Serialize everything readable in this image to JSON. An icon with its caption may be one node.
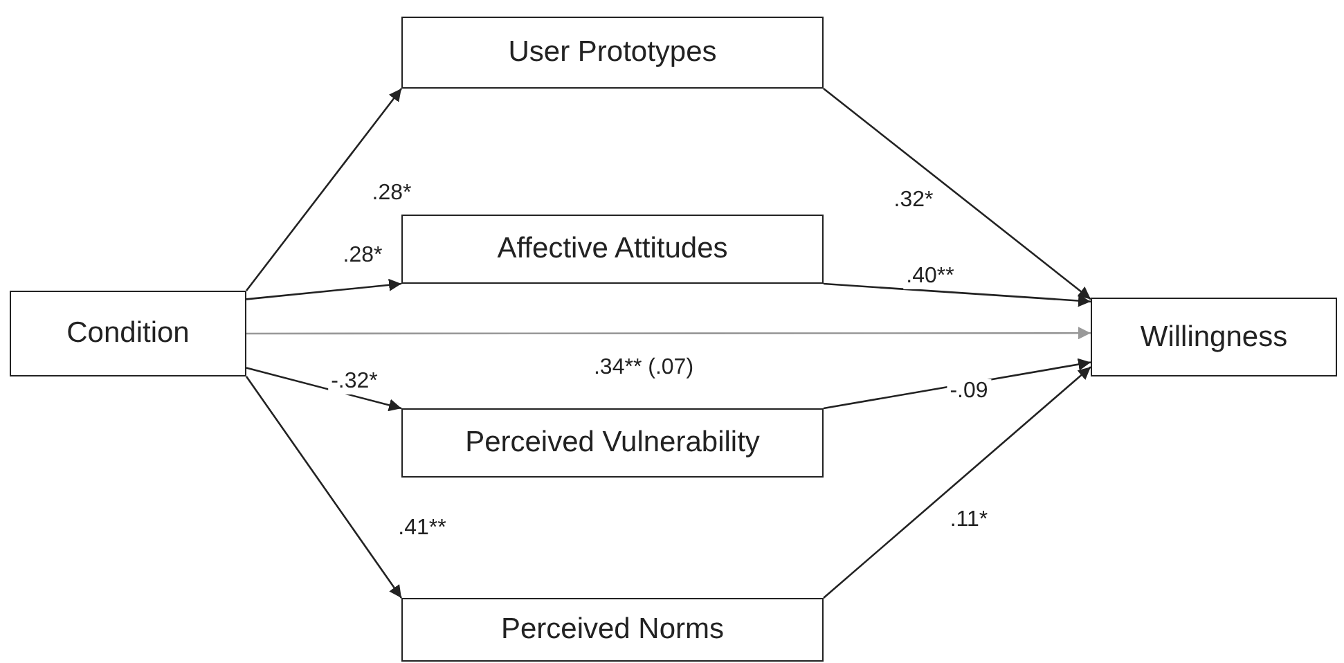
{
  "diagram": {
    "nodes": [
      {
        "text": [
          "Condition"
        ]
      },
      {
        "text": [
          "User Prototypes"
        ]
      },
      {
        "text": [
          "Affective Attitudes"
        ]
      },
      {
        "text": [
          "Perceived Vulnerability"
        ]
      },
      {
        "text": [
          "Perceived Norms"
        ]
      },
      {
        "text": [
          "Willingness"
        ]
      }
    ],
    "edges": [
      {
        "from": 0,
        "to": 1,
        "arrow": "to",
        "label": ".28*"
      },
      {
        "from": 0,
        "to": 2,
        "arrow": "to",
        "label": ".28*"
      },
      {
        "from": 0,
        "to": 5,
        "arrow": "to",
        "label": ".34** (.07)",
        "color": "#999999"
      },
      {
        "from": 0,
        "to": 3,
        "arrow": "to",
        "label": "-.32*"
      },
      {
        "from": 0,
        "to": 4,
        "arrow": "to",
        "label": ".41**"
      },
      {
        "from": 1,
        "to": 5,
        "arrow": "to",
        "label": ".32*"
      },
      {
        "from": 2,
        "to": 5,
        "arrow": "to",
        "label": ".40**"
      },
      {
        "from": 3,
        "to": 5,
        "arrow": "to",
        "label": "-.09"
      },
      {
        "from": 4,
        "to": 5,
        "arrow": "to",
        "label": ".11*"
      }
    ]
  }
}
